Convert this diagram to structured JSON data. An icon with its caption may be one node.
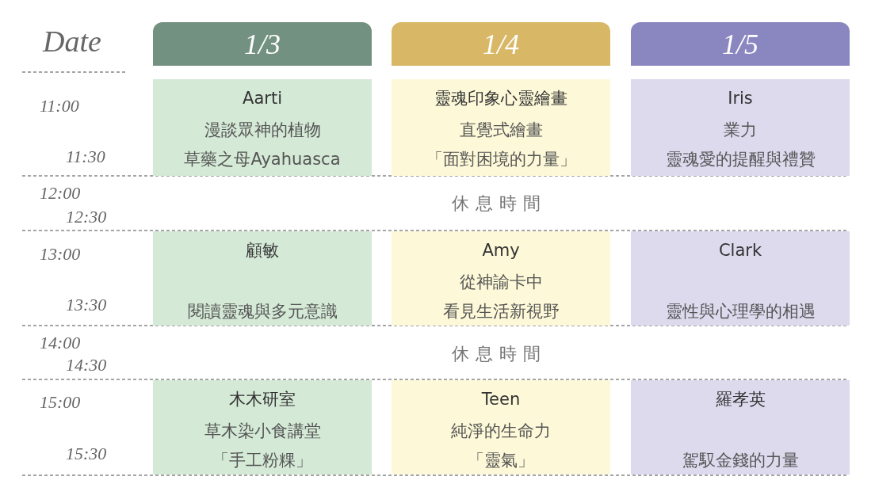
{
  "diagram": {
    "nodes": [
      {
        "text": [
          "1/3"
        ]
      },
      {
        "text": [
          "1/4"
        ]
      },
      {
        "text": [
          "1/5"
        ]
      },
      {
        "text": [
          "Aarti",
          "漫談眾神的植物",
          "草藥之母Ayahuasca"
        ]
      },
      {
        "text": [
          "靈魂印象心靈繪畫",
          "直覺式繪畫",
          "「面對困境的力量」"
        ]
      },
      {
        "text": [
          "Iris",
          "業力",
          "靈魂愛的提醒與禮贊"
        ]
      },
      {
        "text": [
          "顧敏",
          "閱讀靈魂與多元意識"
        ]
      },
      {
        "text": [
          "Amy",
          "從神諭卡中",
          "看見生活新視野"
        ]
      },
      {
        "text": [
          "Clark",
          "靈性與心理學的相遇"
        ]
      },
      {
        "text": [
          "木木研室",
          "草木染小食講堂",
          "「手工粉粿」"
        ]
      },
      {
        "text": [
          "Teen",
          "純淨的生命力",
          "「靈氣」"
        ]
      },
      {
        "text": [
          "羅孝英",
          "駕馭金錢的力量"
        ]
      }
    ],
    "labels": [
      "Date",
      "11:00",
      "11:30",
      "12:00",
      "12:30",
      "休息時間",
      "13:00",
      "13:30",
      "14:00",
      "14:30",
      "休息時間",
      "15:00",
      "15:30"
    ]
  }
}
